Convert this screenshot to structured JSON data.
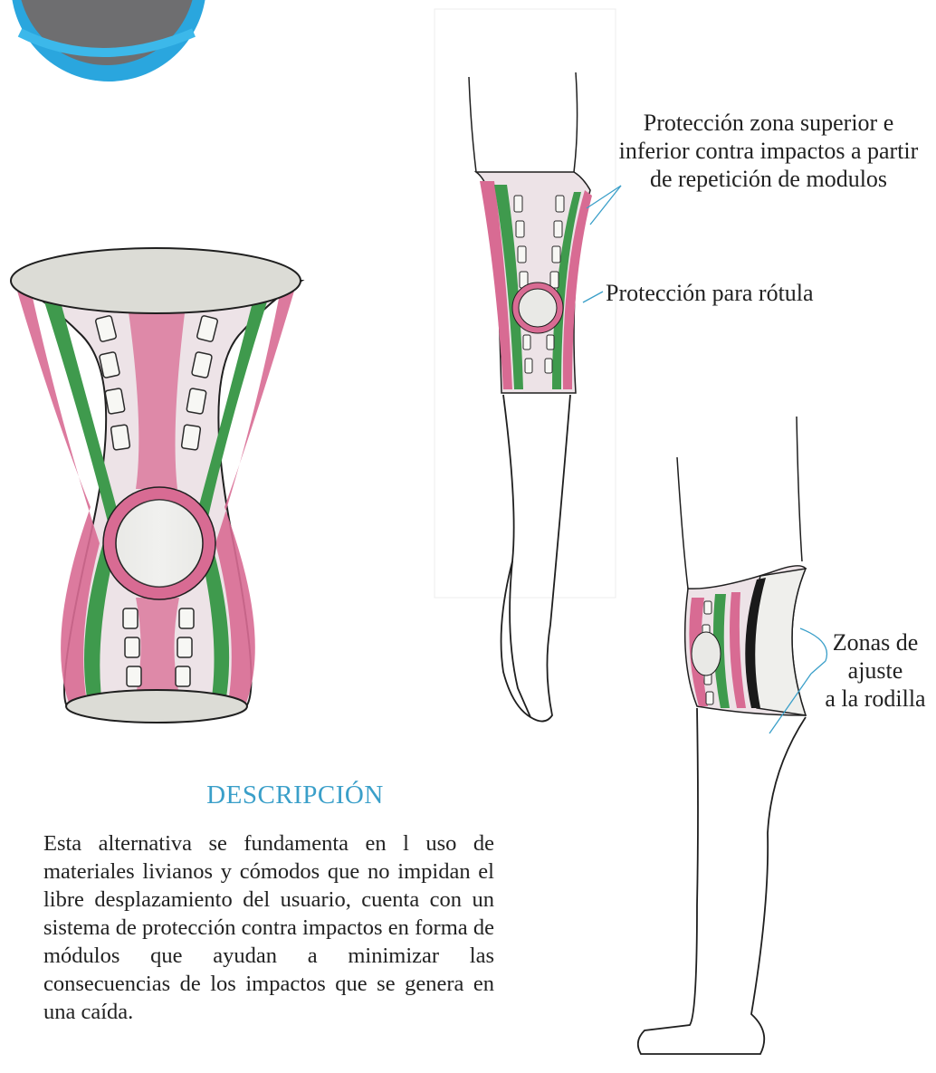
{
  "labels": {
    "upper_protection": [
      "Protección zona superior e",
      "inferior contra impactos a partir",
      "de repetición de modulos"
    ],
    "kneecap_protection": "Protección para rótula",
    "adjustment_zones": [
      "Zonas de",
      "ajuste",
      "a la rodilla"
    ]
  },
  "description": {
    "title": "DESCRIPCIÓN",
    "body": "Esta alternativa se fundamenta en l uso de materiales livianos y cómodos que no impi­dan el libre desplazamiento del usuario, cuenta con un sistema de protección contra impactos en forma de módulos que ayudan a minimizar las consecuencias de los impactos que se genera en una caída."
  },
  "colors": {
    "accent": "#3a9fc9",
    "pink": "#d86b93",
    "green": "#3f9a4d",
    "badge_gray": "#6e6e70",
    "badge_blue": "#2aa6de",
    "cap_fill": "#dcdcd6"
  },
  "icons": {
    "badge": "section-badge-icon"
  }
}
